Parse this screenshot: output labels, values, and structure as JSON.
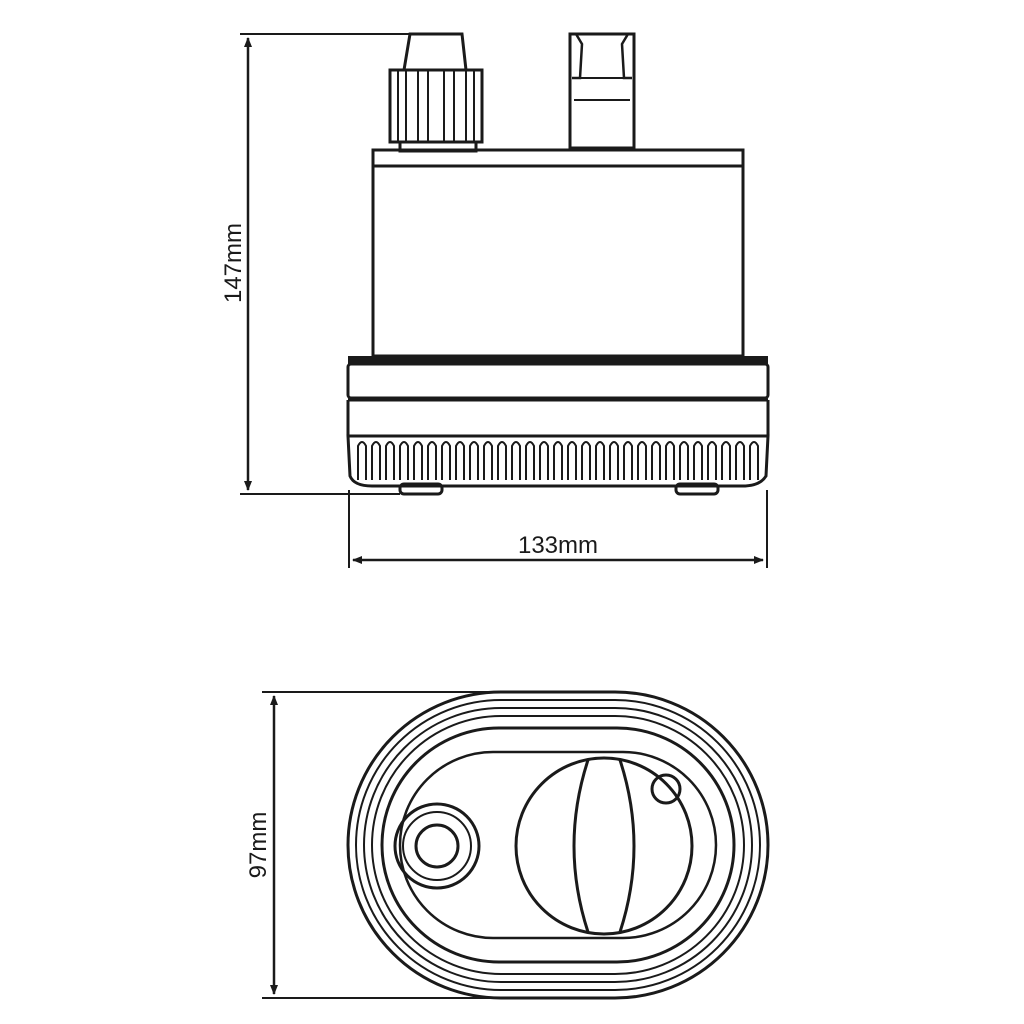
{
  "dimensions": {
    "height": "147mm",
    "width": "133mm",
    "depth": "97mm"
  },
  "colors": {
    "line": "#1a1a1a",
    "background": "#ffffff"
  }
}
